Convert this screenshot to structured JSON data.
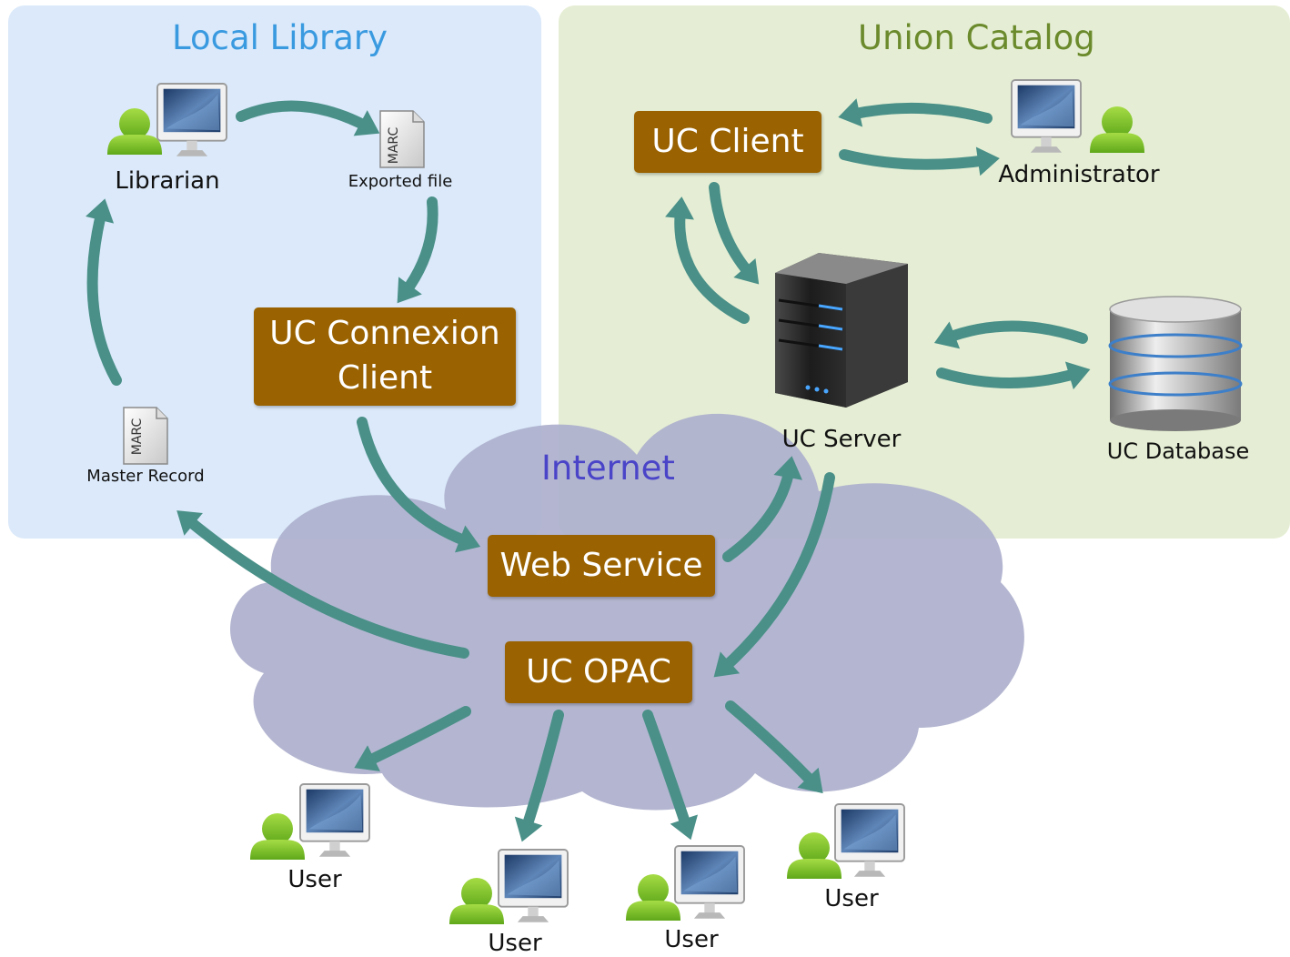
{
  "regions": {
    "local_library": {
      "title": "Local Library",
      "color": "#3a9ae0"
    },
    "union_catalog": {
      "title": "Union Catalog",
      "color": "#6b8a2c"
    },
    "internet": {
      "title": "Internet",
      "color": "#4a44c8"
    }
  },
  "boxes": {
    "uc_connexion_client": {
      "line1": "UC Connexion",
      "line2": "Client"
    },
    "uc_client": "UC Client",
    "web_service": "Web Service",
    "uc_opac": "UC OPAC"
  },
  "actors": {
    "librarian": "Librarian",
    "administrator": "Administrator",
    "users": [
      "User",
      "User",
      "User",
      "User"
    ]
  },
  "files": {
    "exported": {
      "tag": "MARC",
      "label": "Exported file"
    },
    "master": {
      "tag": "MARC",
      "label": "Master Record"
    }
  },
  "servers": {
    "uc_server": "UC Server",
    "uc_database": "UC Database"
  },
  "colors": {
    "box": "#9a6200",
    "arrow": "#4a9088",
    "cloud": "#aeb0cd",
    "person": "#7cc12a",
    "local_bg": "#dbe9fa",
    "union_bg": "#e5eed4"
  }
}
